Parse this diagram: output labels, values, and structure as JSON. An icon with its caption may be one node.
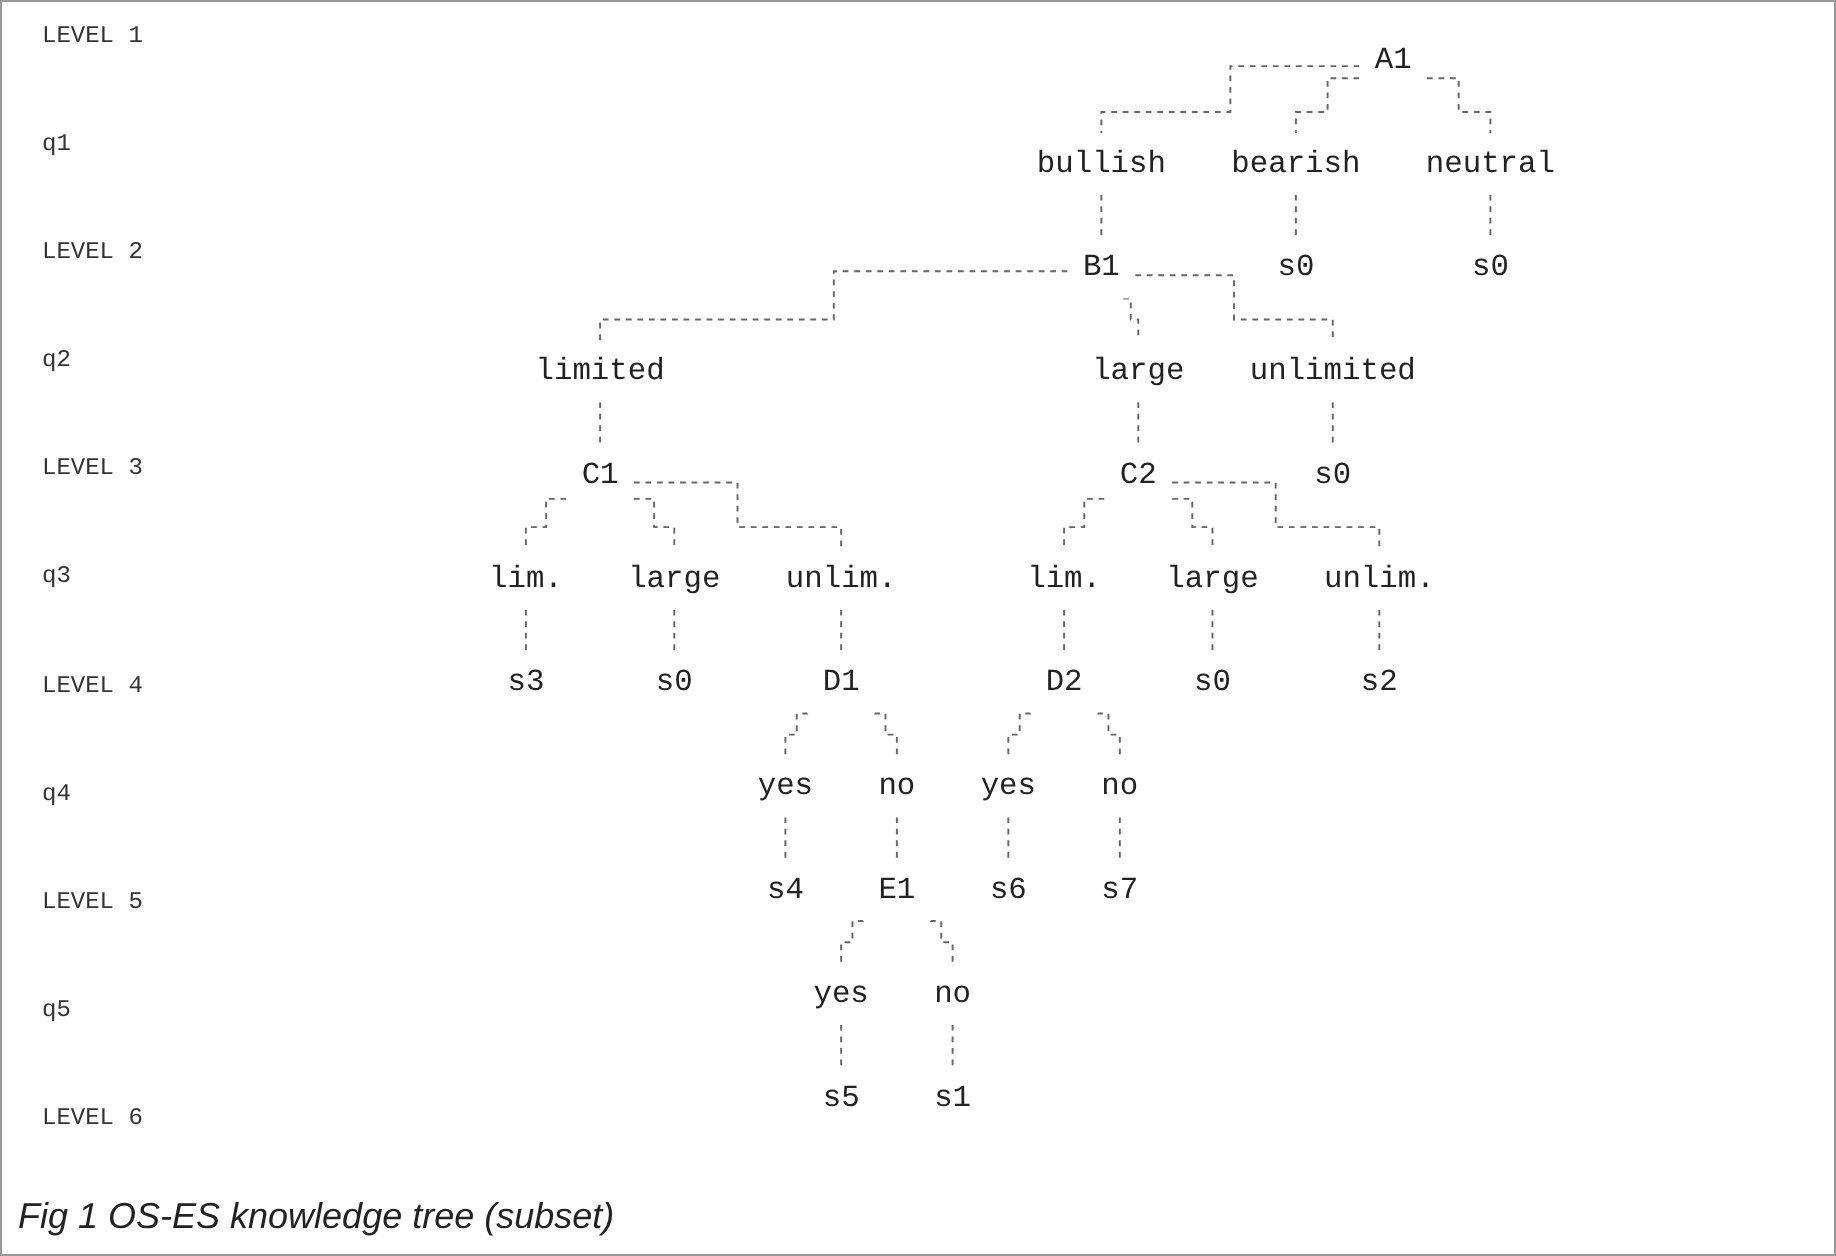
{
  "diagram": {
    "caption": "Fig 1 OS-ES knowledge tree (subset)",
    "nodes": [
      {
        "text": [
          "A1"
        ]
      },
      {
        "text": [
          "bullish"
        ]
      },
      {
        "text": [
          "bearish"
        ]
      },
      {
        "text": [
          "neutral"
        ]
      },
      {
        "text": [
          "B1"
        ]
      },
      {
        "text": [
          "s0"
        ]
      },
      {
        "text": [
          "s0"
        ]
      },
      {
        "text": [
          "limited"
        ]
      },
      {
        "text": [
          "large"
        ]
      },
      {
        "text": [
          "unlimited"
        ]
      },
      {
        "text": [
          "C1"
        ]
      },
      {
        "text": [
          "C2"
        ]
      },
      {
        "text": [
          "s0"
        ]
      },
      {
        "text": [
          "lim."
        ]
      },
      {
        "text": [
          "large"
        ]
      },
      {
        "text": [
          "unlim."
        ]
      },
      {
        "text": [
          "lim."
        ]
      },
      {
        "text": [
          "large"
        ]
      },
      {
        "text": [
          "unlim."
        ]
      },
      {
        "text": [
          "s3"
        ]
      },
      {
        "text": [
          "s0"
        ]
      },
      {
        "text": [
          "D1"
        ]
      },
      {
        "text": [
          "D2"
        ]
      },
      {
        "text": [
          "s0"
        ]
      },
      {
        "text": [
          "s2"
        ]
      },
      {
        "text": [
          "yes"
        ]
      },
      {
        "text": [
          "no"
        ]
      },
      {
        "text": [
          "yes"
        ]
      },
      {
        "text": [
          "no"
        ]
      },
      {
        "text": [
          "s4"
        ]
      },
      {
        "text": [
          "E1"
        ]
      },
      {
        "text": [
          "s6"
        ]
      },
      {
        "text": [
          "s7"
        ]
      },
      {
        "text": [
          "yes"
        ]
      },
      {
        "text": [
          "no"
        ]
      },
      {
        "text": [
          "s5"
        ]
      },
      {
        "text": [
          "s1"
        ]
      }
    ],
    "edges": [
      {
        "from": 0,
        "to": 1,
        "arrow": "none",
        "style": "dashed"
      },
      {
        "from": 0,
        "to": 2,
        "arrow": "none",
        "style": "dashed"
      },
      {
        "from": 0,
        "to": 3,
        "arrow": "none",
        "style": "dashed"
      },
      {
        "from": 1,
        "to": 4,
        "arrow": "none",
        "style": "dashed"
      },
      {
        "from": 2,
        "to": 5,
        "arrow": "none",
        "style": "dashed"
      },
      {
        "from": 3,
        "to": 6,
        "arrow": "none",
        "style": "dashed"
      },
      {
        "from": 4,
        "to": 7,
        "arrow": "none",
        "style": "dashed"
      },
      {
        "from": 4,
        "to": 8,
        "arrow": "none",
        "style": "dashed"
      },
      {
        "from": 4,
        "to": 9,
        "arrow": "none",
        "style": "dashed"
      },
      {
        "from": 7,
        "to": 10,
        "arrow": "none",
        "style": "dashed"
      },
      {
        "from": 8,
        "to": 11,
        "arrow": "none",
        "style": "dashed"
      },
      {
        "from": 9,
        "to": 12,
        "arrow": "none",
        "style": "dashed"
      },
      {
        "from": 10,
        "to": 13,
        "arrow": "none",
        "style": "dashed"
      },
      {
        "from": 10,
        "to": 14,
        "arrow": "none",
        "style": "dashed"
      },
      {
        "from": 10,
        "to": 15,
        "arrow": "none",
        "style": "dashed"
      },
      {
        "from": 11,
        "to": 16,
        "arrow": "none",
        "style": "dashed"
      },
      {
        "from": 11,
        "to": 17,
        "arrow": "none",
        "style": "dashed"
      },
      {
        "from": 11,
        "to": 18,
        "arrow": "none",
        "style": "dashed"
      },
      {
        "from": 13,
        "to": 19,
        "arrow": "none",
        "style": "dashed"
      },
      {
        "from": 14,
        "to": 20,
        "arrow": "none",
        "style": "dashed"
      },
      {
        "from": 15,
        "to": 21,
        "arrow": "none",
        "style": "dashed"
      },
      {
        "from": 16,
        "to": 22,
        "arrow": "none",
        "style": "dashed"
      },
      {
        "from": 17,
        "to": 23,
        "arrow": "none",
        "style": "dashed"
      },
      {
        "from": 18,
        "to": 24,
        "arrow": "none",
        "style": "dashed"
      },
      {
        "from": 21,
        "to": 25,
        "arrow": "none",
        "style": "dashed"
      },
      {
        "from": 21,
        "to": 26,
        "arrow": "none",
        "style": "dashed"
      },
      {
        "from": 22,
        "to": 27,
        "arrow": "none",
        "style": "dashed"
      },
      {
        "from": 22,
        "to": 28,
        "arrow": "none",
        "style": "dashed"
      },
      {
        "from": 25,
        "to": 29,
        "arrow": "none",
        "style": "dashed"
      },
      {
        "from": 26,
        "to": 30,
        "arrow": "none",
        "style": "dashed"
      },
      {
        "from": 27,
        "to": 31,
        "arrow": "none",
        "style": "dashed"
      },
      {
        "from": 28,
        "to": 32,
        "arrow": "none",
        "style": "dashed"
      },
      {
        "from": 30,
        "to": 33,
        "arrow": "none",
        "style": "dashed"
      },
      {
        "from": 30,
        "to": 34,
        "arrow": "none",
        "style": "dashed"
      },
      {
        "from": 33,
        "to": 35,
        "arrow": "none",
        "style": "dashed"
      },
      {
        "from": 34,
        "to": 36,
        "arrow": "none",
        "style": "dashed"
      }
    ],
    "labels": [
      "LEVEL 1",
      "q1",
      "LEVEL 2",
      "q2",
      "LEVEL 3",
      "q3",
      "LEVEL 4",
      "q4",
      "LEVEL 5",
      "q5",
      "LEVEL 6"
    ]
  }
}
